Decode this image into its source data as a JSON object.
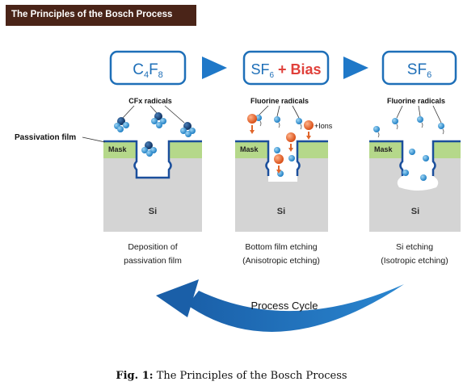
{
  "header": {
    "title": "The Principles of the Bosch Process"
  },
  "steps": [
    {
      "gas_main": "C",
      "gas_sub1": "4",
      "gas_mid": "F",
      "gas_sub2": "8",
      "radicals_label": "CFx radicals",
      "mask_label": "Mask",
      "substrate_label": "Si",
      "description_line1": "Deposition of",
      "description_line2": "passivation film"
    },
    {
      "gas_main": "SF",
      "gas_sub1": "6",
      "gas_extra": " + Bias",
      "radicals_label": "Fluorine radicals",
      "ions_label": "+Ions",
      "mask_label": "Mask",
      "substrate_label": "Si",
      "description_line1": "Bottom film etching",
      "description_line2": "(Anisotropic etching)"
    },
    {
      "gas_main": "SF",
      "gas_sub1": "6",
      "radicals_label": "Fluorine radicals",
      "mask_label": "Mask",
      "substrate_label": "Si",
      "description_line1": "Si etching",
      "description_line2": "(Isotropic etching)"
    }
  ],
  "passivation_label": "Passivation film",
  "cycle_label": "Process Cycle",
  "caption": {
    "prefix": "Fig. 1:",
    "text": "The Principles of the Bosch Process"
  },
  "colors": {
    "header_bg": "#4a2418",
    "gas_box_border": "#1e6fb8",
    "gas_text": "#1e6fb8",
    "bias_text": "#e0403a",
    "arrow_blue": "#1f78c8",
    "cycle_arrow": "#1a6fb5",
    "mask_green": "#b5d88a",
    "silicon_gray": "#d4d4d4",
    "passivation_blue": "#1b4f9c",
    "ion_orange": "#e0652a",
    "radical_blue": "#2f96d6"
  }
}
